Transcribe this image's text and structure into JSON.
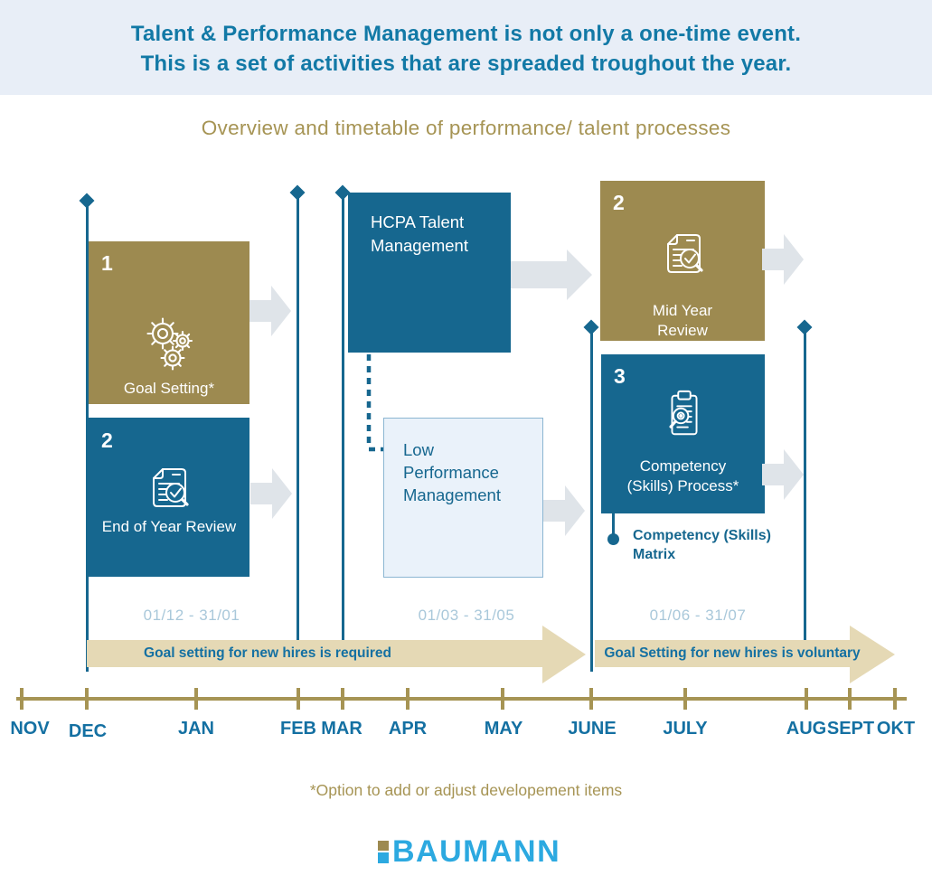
{
  "header": {
    "line1": "Talent & Performance Management is not only a one-time event.",
    "line2": "This is a set of activities that are spreaded troughout the year."
  },
  "subtitle": "Overview and timetable of performance/ talent processes",
  "process_boxes": {
    "goal_setting": {
      "number": "1",
      "label": "Goal Setting*"
    },
    "end_of_year_review": {
      "number": "2",
      "label": "End of Year Review"
    },
    "hcpa_talent_management": {
      "label": "HCPA Talent Management"
    },
    "low_performance_management": {
      "label": "Low Performance Management"
    },
    "mid_year_review": {
      "number": "2",
      "label": "Mid Year Review"
    },
    "competency_skills_process": {
      "number": "3",
      "label": "Competency (Skills) Process*"
    },
    "competency_matrix_note": "Competency (Skills) Matrix"
  },
  "date_ranges": [
    "01/12 - 31/01",
    "01/03 - 31/05",
    "01/06 - 31/07"
  ],
  "banners": {
    "left": "Goal setting for new hires is required",
    "right": "Goal Setting for new hires is voluntary"
  },
  "timeline_months": [
    "NOV",
    "DEC",
    "JAN",
    "FEB",
    "MAR",
    "APR",
    "MAY",
    "JUNE",
    "JULY",
    "AUG",
    "SEPT",
    "OKT"
  ],
  "footnote": "*Option to add or adjust developement items",
  "logo": {
    "text": "BAUMANN"
  },
  "icons": {
    "goal_setting": "gears-icon",
    "end_of_year_review": "document-check-magnifier-icon",
    "mid_year_review": "document-check-magnifier-icon",
    "competency_skills_process": "clipboard-magnifier-icon"
  },
  "colors": {
    "header_bg": "#e8eef7",
    "header_text": "#1279a6",
    "olive": "#9d8a50",
    "olive_text": "#a69454",
    "box_blue": "#16678f",
    "text_blue": "#1470a2",
    "light_box_bg": "#eaf2fa",
    "light_box_border": "#8cb6d2",
    "date_text": "#a9c8da",
    "banner_tan": "#e5d9b5",
    "gray_arrow": "#dfe4e9",
    "logo_blue": "#2ca9e0"
  }
}
